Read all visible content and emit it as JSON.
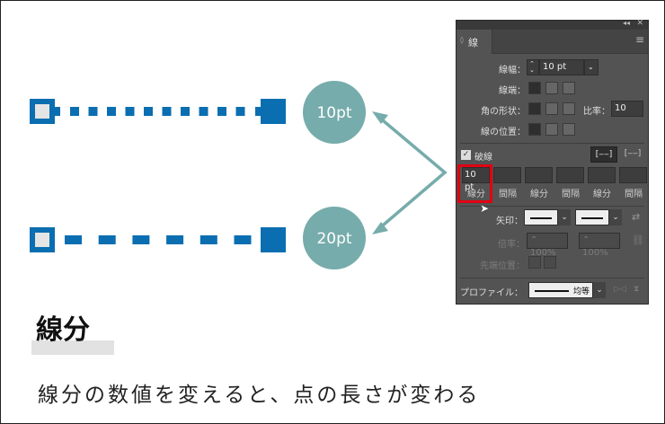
{
  "illustration": {
    "line_color": "#0a6eb1",
    "circle_color": "#76acab",
    "labels": [
      "10pt",
      "20pt"
    ]
  },
  "panel": {
    "tab_title": "線",
    "stroke_width_label": "線幅：",
    "stroke_width_value": "10 pt",
    "cap_label": "線端：",
    "corner_label": "角の形状：",
    "ratio_label": "比率：",
    "ratio_value": "10",
    "align_label": "線の位置：",
    "dashed_label": "破線",
    "dashed_checked": true,
    "dash_fields": [
      {
        "value": "10 pt",
        "caption": "線分"
      },
      {
        "value": "",
        "caption": "間隔"
      },
      {
        "value": "",
        "caption": "線分"
      },
      {
        "value": "",
        "caption": "間隔"
      },
      {
        "value": "",
        "caption": "線分"
      },
      {
        "value": "",
        "caption": "間隔"
      }
    ],
    "arrow_label": "矢印：",
    "scale_label": "倍率：",
    "scale_values": [
      "100%",
      "100%"
    ],
    "tip_label": "先端位置：",
    "profile_label": "プロファイル：",
    "profile_value": "均等"
  },
  "caption": {
    "heading": "線分",
    "sentence": "線分の数値を変えると、点の長さが変わる"
  }
}
